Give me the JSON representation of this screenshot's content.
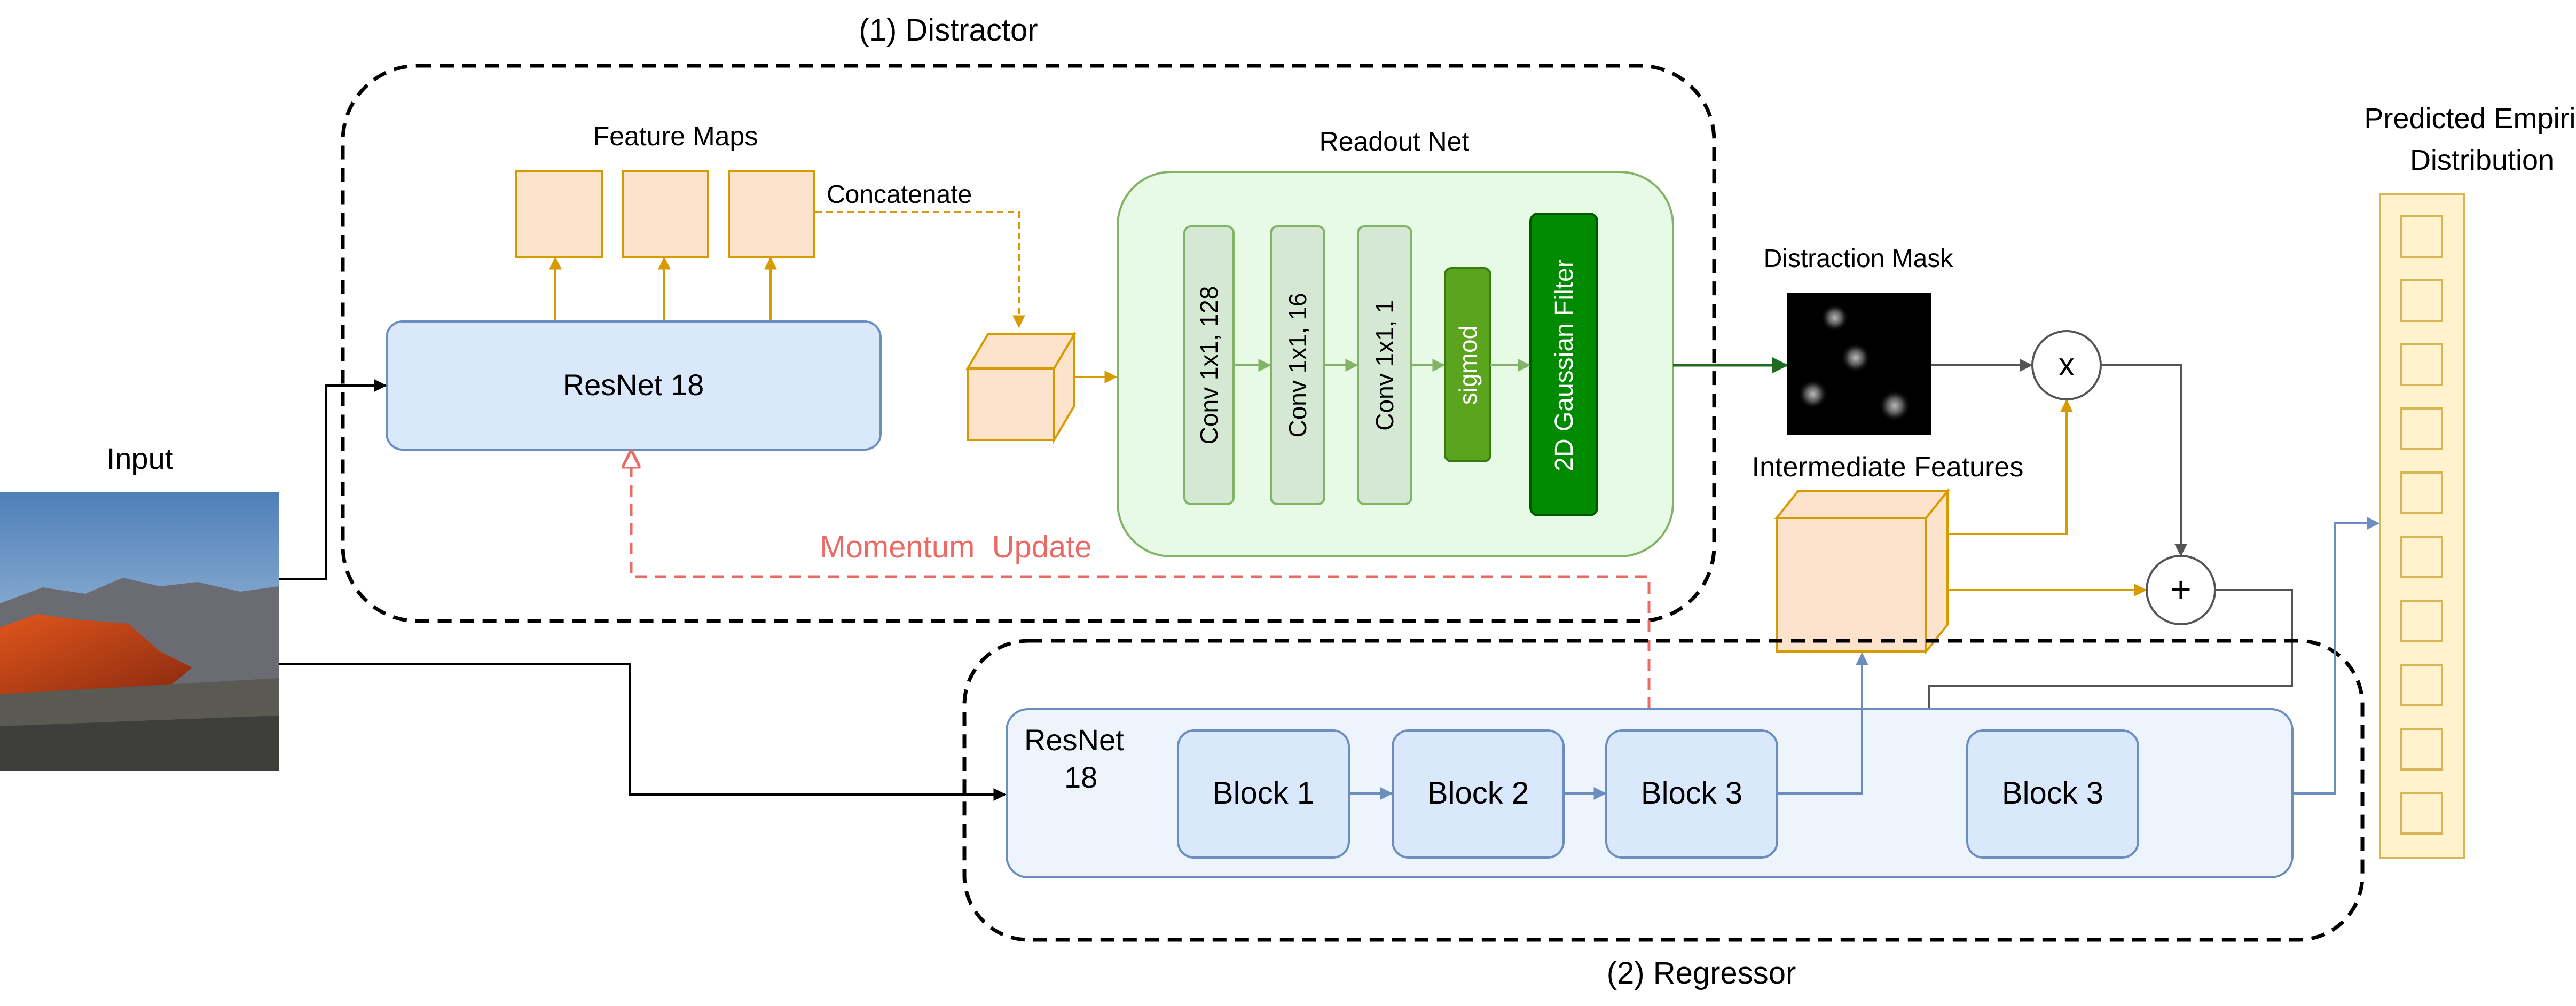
{
  "distractor": {
    "title": "(1) Distractor",
    "feature_maps_label": "Feature Maps",
    "concatenate_label": "Concatenate",
    "resnet_label": "ResNet 18",
    "readout_net_label": "Readout Net",
    "layers": [
      "Conv 1x1, 128",
      "Conv 1x1, 16",
      "Conv 1x1, 1",
      "sigmod",
      "2D Gaussian Filter"
    ],
    "momentum_label": "Momentum  Update"
  },
  "input_label": "Input",
  "distraction_mask_label": "Distraction Mask",
  "intermediate_features_label": "Intermediate Features",
  "multiply_symbol": "x",
  "add_symbol": "+",
  "output_label_line1": "Predicted Empirical",
  "output_label_line2": "Distribution",
  "regressor": {
    "title": "(2) Regressor",
    "resnet_line1": "ResNet",
    "resnet_line2": "18",
    "blocks": [
      "Block 1",
      "Block 2",
      "Block 3",
      "Block 3"
    ]
  },
  "colors": {
    "feature_fill": "#fde3cc",
    "feature_stroke": "#d79b00",
    "resnet_fill": "#dae8fc",
    "resnet_stroke": "#6c8ebf",
    "readout_fill": "#e6fae6",
    "readout_stroke": "#82b366",
    "conv_fill": "#d5e8d4",
    "sigmoid_fill": "#5ba41e",
    "gaussian_fill": "#008a00",
    "momentum": "#ea6b66",
    "output_fill": "#fff2cc",
    "output_stroke": "#d6b656"
  }
}
